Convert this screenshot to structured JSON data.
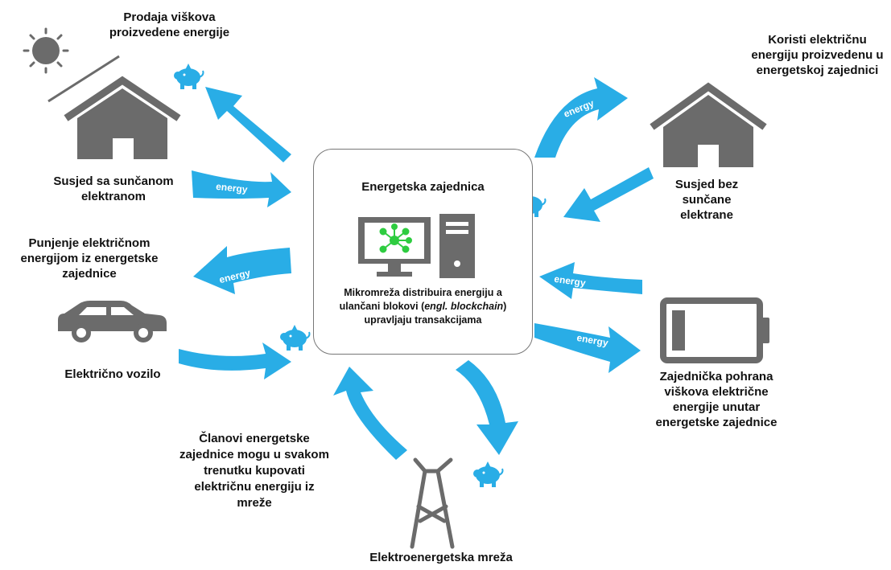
{
  "colors": {
    "arrow": "#29ADE6",
    "icon": "#6b6b6b",
    "hub_green": "#2ecc40",
    "text": "#111111",
    "box_border": "#777777"
  },
  "arrow_word": "energy",
  "center": {
    "title": "Energetska zajednica",
    "desc_line1": "Mikromreža distribuira energiju a",
    "desc_line2_pre": "ulančani blokovi (",
    "desc_line2_em": "engl. blockchain",
    "desc_line2_post": ")",
    "desc_line3": "upravljaju transakcijama",
    "icons": [
      "monitor-icon",
      "hub-network-icon",
      "computer-tower-icon"
    ]
  },
  "labels": {
    "sell_surplus": [
      "Prodaja viškova",
      "proizvedene energije"
    ],
    "solar_neighbor": [
      "Susjed sa sunčanom",
      "elektranom"
    ],
    "charging": [
      "Punjenje električnom",
      "energijom iz energetske",
      "zajednice"
    ],
    "ev": [
      "Električno vozilo"
    ],
    "members_buy": [
      "Članovi energetske",
      "zajednice mogu u svakom",
      "trenutku kupovati",
      "električnu energiju iz",
      "mreže"
    ],
    "grid": [
      "Elektroenergetska mreža"
    ],
    "uses_energy": [
      "Koristi električnu",
      "energiju proizvedenu u",
      "energetskoj zajednici"
    ],
    "neighbor_no_solar": [
      "Susjed bez",
      "sunčane",
      "elektrane"
    ],
    "storage": [
      "Zajednička pohrana",
      "viškova električne",
      "energije unutar",
      "energetske zajednice"
    ]
  },
  "icons": [
    "sun-icon",
    "solar-panel-icon",
    "house-icon",
    "car-icon",
    "transmission-tower-icon",
    "battery-icon",
    "piggy-bank-icon"
  ]
}
